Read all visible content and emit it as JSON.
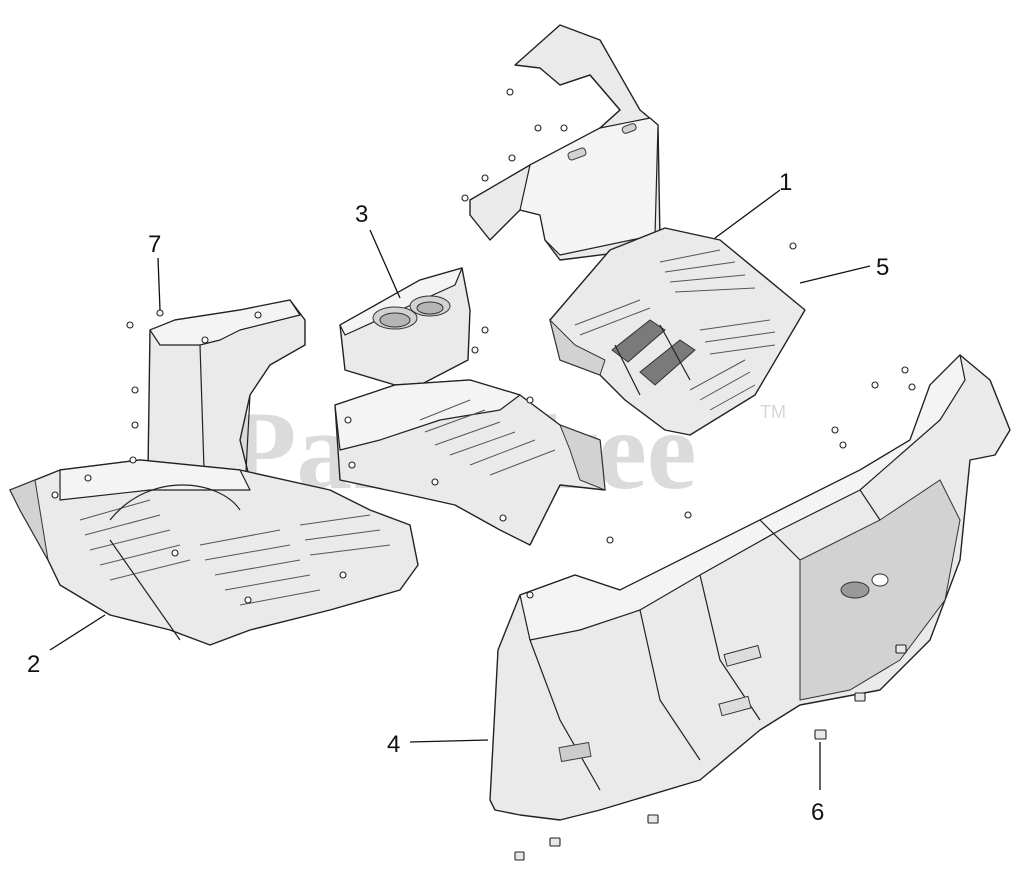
{
  "watermark": {
    "text": "PartsTree",
    "tm": "TM"
  },
  "callouts": [
    {
      "id": "1",
      "label": "1"
    },
    {
      "id": "2",
      "label": "2"
    },
    {
      "id": "3",
      "label": "3"
    },
    {
      "id": "4",
      "label": "4"
    },
    {
      "id": "5",
      "label": "5"
    },
    {
      "id": "6",
      "label": "6"
    },
    {
      "id": "7",
      "label": "7"
    }
  ]
}
